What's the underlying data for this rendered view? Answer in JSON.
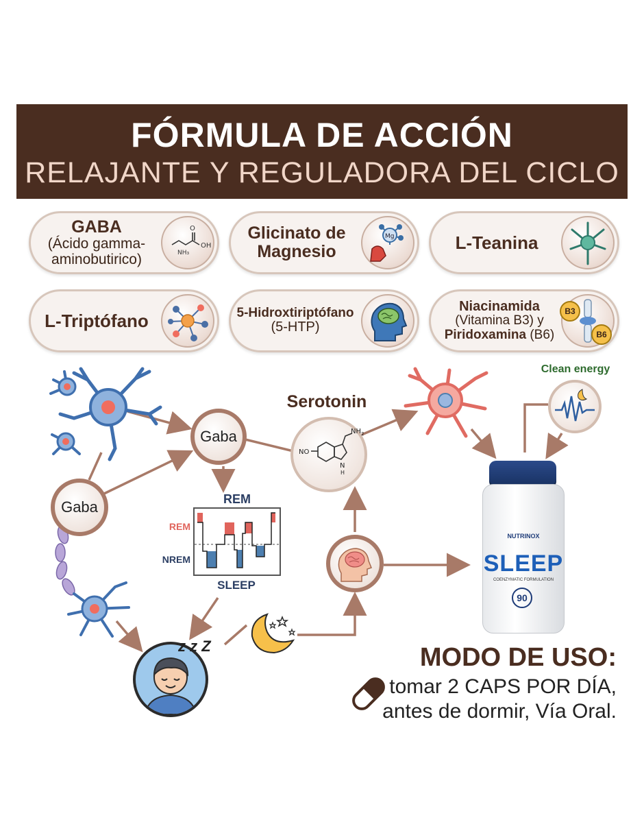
{
  "banner": {
    "title": "FÓRMULA DE ACCIÓN",
    "subtitle": "RELAJANTE Y REGULADORA DEL CICLO"
  },
  "ingredients": [
    {
      "line1": "GABA",
      "line2": "(Ácido gamma-",
      "line3": "aminobutirico)",
      "icon": "gaba-molecule-icon"
    },
    {
      "line1": "Glicinato de",
      "line2": "Magnesio",
      "icon": "magnesium-muscle-icon"
    },
    {
      "line1": "L-Teanina",
      "icon": "neuron-icon"
    },
    {
      "line1": "L-Triptófano",
      "icon": "molecule-network-icon"
    },
    {
      "line1": "5-Hidroxtiriptófano",
      "line2": "(5-HTP)",
      "icon": "brain-head-icon"
    },
    {
      "line1": "Niacinamida",
      "line2": "(Vitamina B3) y",
      "line3a": "Piridoxamina",
      "line3b": " (B6)",
      "icon": "joint-vitamin-icon",
      "badge1": "B3",
      "badge2": "B6"
    }
  ],
  "diagram": {
    "gaba_top": "Gaba",
    "gaba_left": "Gaba",
    "serotonin_label": "Serotonin",
    "serotonin_no": "NO",
    "serotonin_nh2": "NH",
    "serotonin_nh2_sub": "2",
    "serotonin_n": "N",
    "serotonin_h": "H",
    "rem_title": "REM",
    "rem_label": "REM",
    "nrem_label": "NREM",
    "sleep_label": "SLEEP",
    "clean_energy": "Clean energy",
    "zzz": "z z Z"
  },
  "product": {
    "brand": "NUTRINOX",
    "name": "SLEEP",
    "subtitle": "COENZYMATIC FORMULATION",
    "count": "90"
  },
  "usage": {
    "title": "MODO DE USO:",
    "line1": "tomar 2 CAPS POR DÍA,",
    "line2": "antes de dormir, Vía Oral."
  },
  "colors": {
    "banner_bg": "#4a2d20",
    "banner_subtitle": "#f1d6c8",
    "rem_red": "#e0645c",
    "nrem_blue": "#4d7fb0",
    "arrow": "#a87a68",
    "clean_energy_green": "#2e6b2e"
  }
}
